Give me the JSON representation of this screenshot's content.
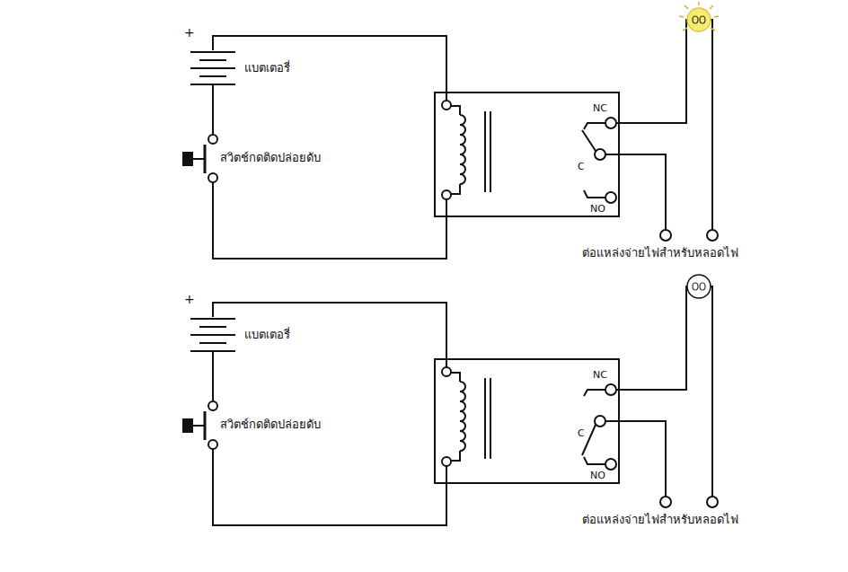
{
  "diagram": {
    "nodes": [
      {
        "text": [
          "NC",
          "C",
          "NO"
        ]
      },
      {
        "text": [
          "NC",
          "C",
          "NO"
        ]
      }
    ],
    "labels": [
      "+",
      "แบตเตอรี่",
      "สวิตช์กดติดปล่อยดับ",
      "ต่อแหล่งจ่ายไฟสำหรับหลอดไฟ",
      "+",
      "แบตเตอรี่",
      "สวิตช์กดติดปล่อยดับ",
      "ต่อแหล่งจ่ายไฟสำหรับหลอดไฟ"
    ]
  }
}
